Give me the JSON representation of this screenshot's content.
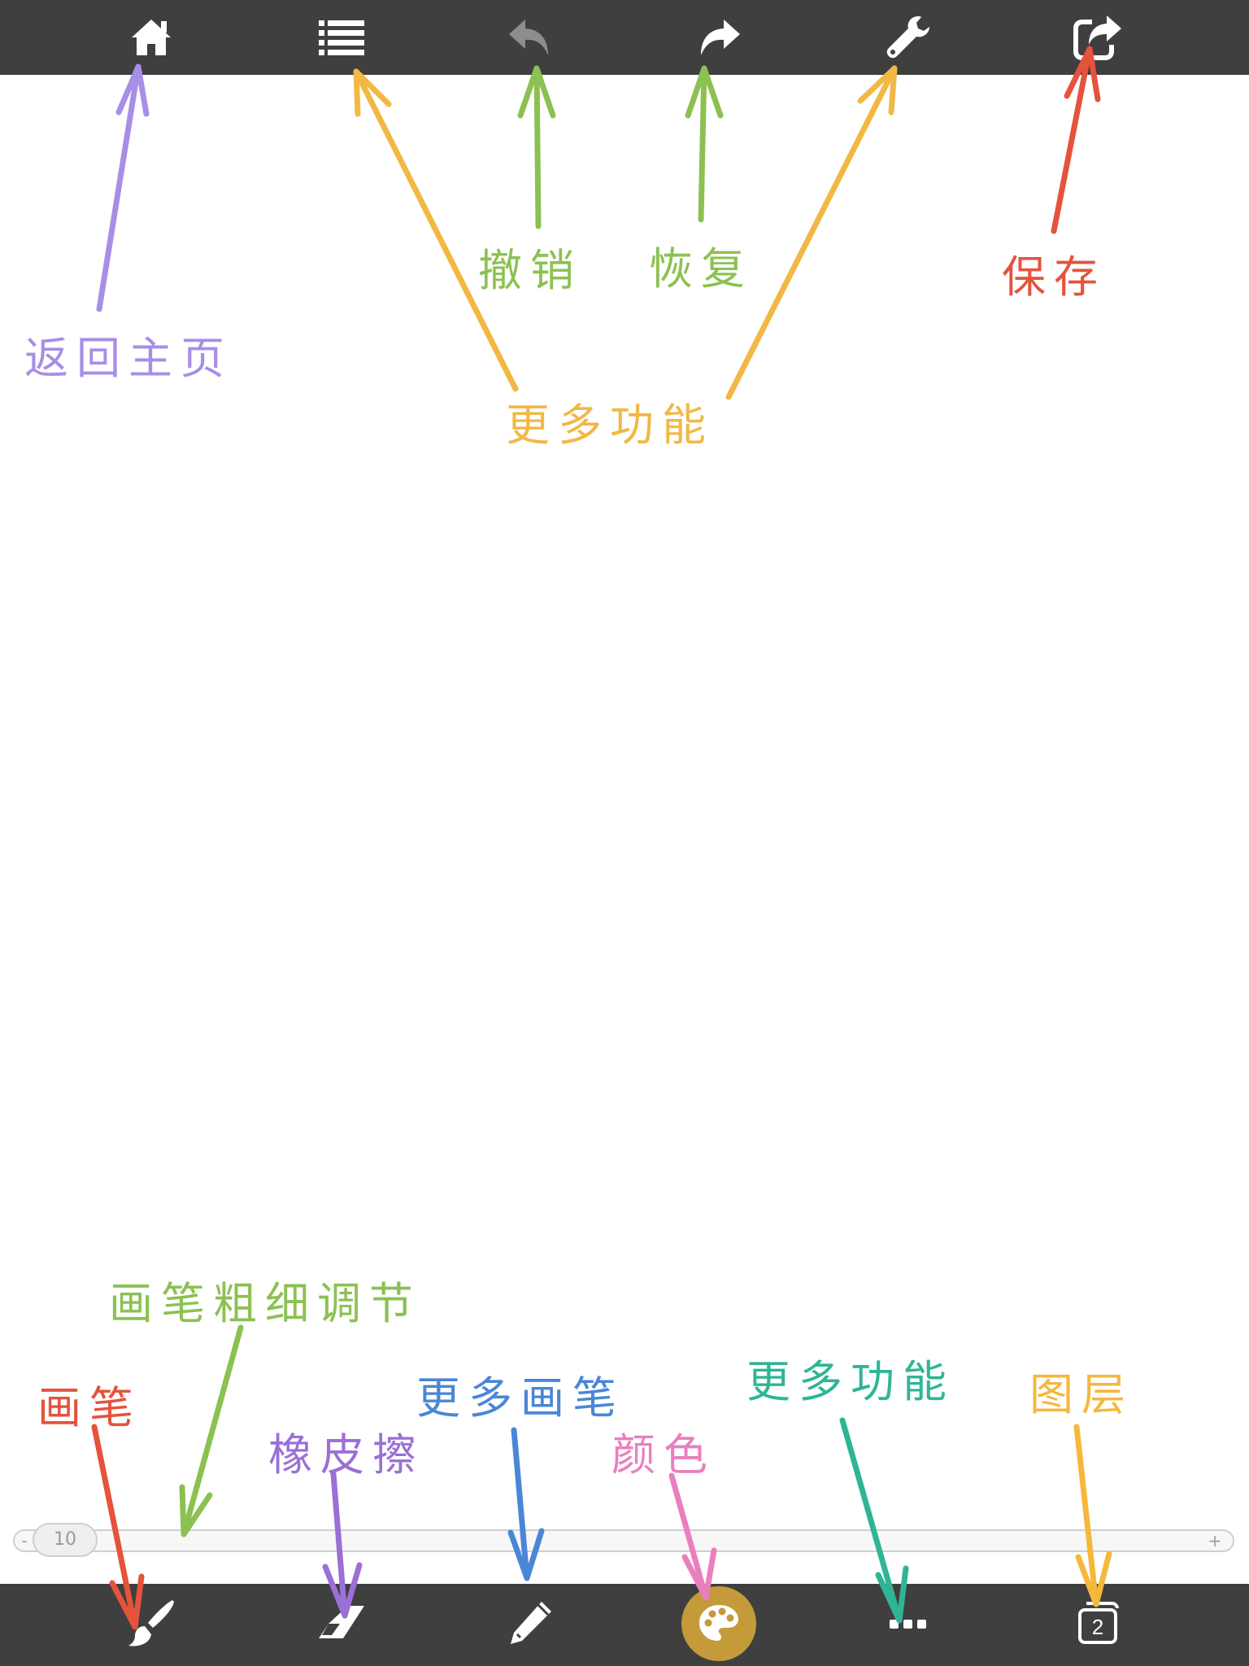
{
  "top_toolbar": {
    "buttons": [
      {
        "id": "home",
        "icon": "home-icon"
      },
      {
        "id": "list",
        "icon": "list-icon"
      },
      {
        "id": "undo",
        "icon": "undo-icon"
      },
      {
        "id": "redo",
        "icon": "redo-icon"
      },
      {
        "id": "settings",
        "icon": "wrench-icon"
      },
      {
        "id": "save",
        "icon": "share-export-icon"
      }
    ]
  },
  "bottom_toolbar": {
    "buttons": [
      {
        "id": "brush",
        "icon": "brush-icon"
      },
      {
        "id": "eraser",
        "icon": "eraser-icon"
      },
      {
        "id": "pencil",
        "icon": "pencil-icon"
      },
      {
        "id": "color",
        "icon": "palette-icon"
      },
      {
        "id": "more",
        "icon": "ellipsis-icon"
      },
      {
        "id": "layers",
        "icon": "layers-icon"
      }
    ],
    "layers_count": "2"
  },
  "size_slider": {
    "value": "10",
    "minus": "-",
    "plus": "+"
  },
  "annotations": {
    "home": "返回主页",
    "more_top": "更多功能",
    "undo": "撤销",
    "redo": "恢复",
    "save": "保存",
    "brush_size": "画笔粗细调节",
    "brush": "画笔",
    "eraser": "橡皮擦",
    "more_brushes": "更多画笔",
    "color": "颜色",
    "more_bottom": "更多功能",
    "layers": "图层"
  },
  "colors": {
    "toolbar_bg": "#3f3f3f",
    "purple": "#a88ee6",
    "orange": "#f2b845",
    "green": "#8cc152",
    "red": "#e5533d",
    "violet": "#9b6fd6",
    "blue": "#4a86d8",
    "pink": "#e97fbf",
    "teal": "#2fb595",
    "yellow": "#f5b83d",
    "palette_bg": "#c49a3a"
  }
}
